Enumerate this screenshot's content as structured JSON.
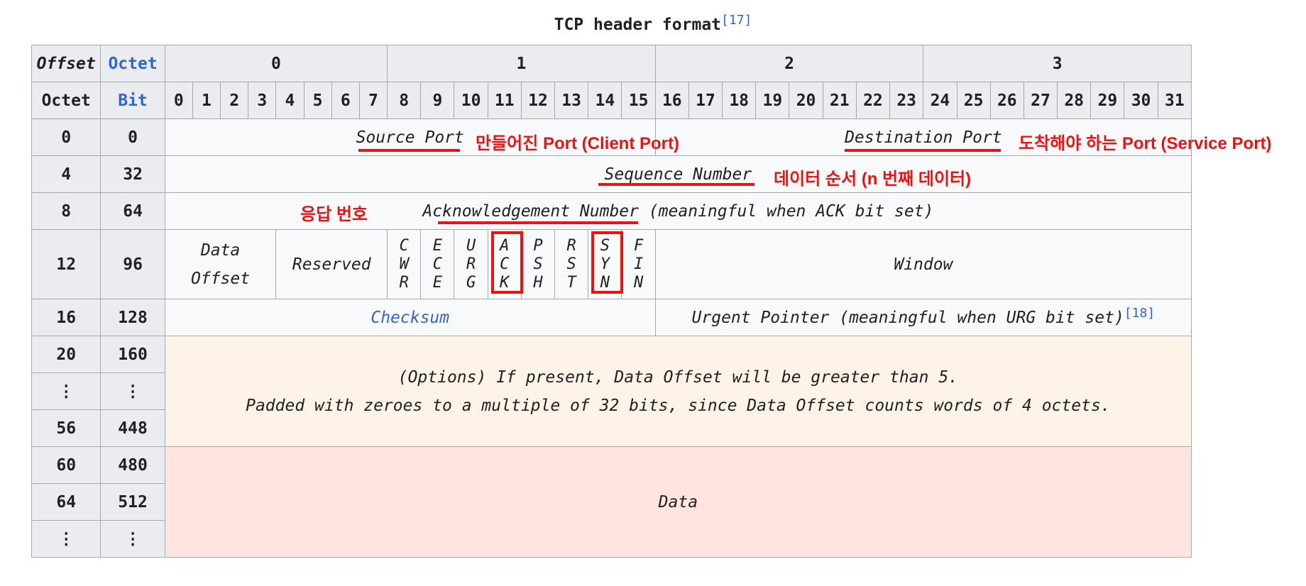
{
  "caption": {
    "title": "TCP header format",
    "ref": "[17]"
  },
  "header": {
    "offset_label": "Offset",
    "octet_label": "Octet",
    "octet_row_label": "Octet",
    "bit_label": "Bit",
    "octets": [
      "0",
      "1",
      "2",
      "3"
    ],
    "bits": [
      "0",
      "1",
      "2",
      "3",
      "4",
      "5",
      "6",
      "7",
      "8",
      "9",
      "10",
      "11",
      "12",
      "13",
      "14",
      "15",
      "16",
      "17",
      "18",
      "19",
      "20",
      "21",
      "22",
      "23",
      "24",
      "25",
      "26",
      "27",
      "28",
      "29",
      "30",
      "31"
    ]
  },
  "rows": {
    "r0": {
      "octet": "0",
      "bit": "0",
      "source_port": "Source Port",
      "destination_port": "Destination Port"
    },
    "r4": {
      "octet": "4",
      "bit": "32",
      "sequence_number": "Sequence Number"
    },
    "r8": {
      "octet": "8",
      "bit": "64",
      "ack_number": "Acknowledgement Number",
      "ack_note": " (meaningful when ACK bit set)"
    },
    "r12": {
      "octet": "12",
      "bit": "96",
      "data_offset_1": "Data",
      "data_offset_2": "Offset",
      "reserved": "Reserved",
      "flags": {
        "cwr": [
          "C",
          "W",
          "R"
        ],
        "ece": [
          "E",
          "C",
          "E"
        ],
        "urg": [
          "U",
          "R",
          "G"
        ],
        "ack": [
          "A",
          "C",
          "K"
        ],
        "psh": [
          "P",
          "S",
          "H"
        ],
        "rst": [
          "R",
          "S",
          "T"
        ],
        "syn": [
          "S",
          "Y",
          "N"
        ],
        "fin": [
          "F",
          "I",
          "N"
        ]
      },
      "window": "Window"
    },
    "r16": {
      "octet": "16",
      "bit": "128",
      "checksum": "Checksum",
      "urgent_pointer": "Urgent Pointer (meaningful when URG bit set)",
      "urgent_ref": "[18]"
    },
    "r20": {
      "octet": "20",
      "bit": "160"
    },
    "rdots1": {
      "octet": "⋮",
      "bit": "⋮"
    },
    "r56": {
      "octet": "56",
      "bit": "448"
    },
    "options": {
      "line1": "(Options) If present, Data Offset will be greater than 5.",
      "line2": "Padded with zeroes to a multiple of 32 bits, since Data Offset counts words of 4 octets."
    },
    "r60": {
      "octet": "60",
      "bit": "480"
    },
    "r64": {
      "octet": "64",
      "bit": "512"
    },
    "rdots2": {
      "octet": "⋮",
      "bit": "⋮"
    },
    "data": "Data"
  },
  "annotations": {
    "source_port_note": "만들어진 Port (Client Port)",
    "destination_port_note": "도착해야 하는 Port (Service Port)",
    "sequence_note": "데이터 순서 (n 번째 데이터)",
    "ack_note": "응답 번호"
  },
  "colors": {
    "header_bg": "#eaecf0",
    "cell_bg": "#f8f9fa",
    "options_bg": "#fdf3e7",
    "data_bg": "#ffe4e1",
    "link_blue": "#3366cc",
    "annotation_red": "#ee1111"
  }
}
